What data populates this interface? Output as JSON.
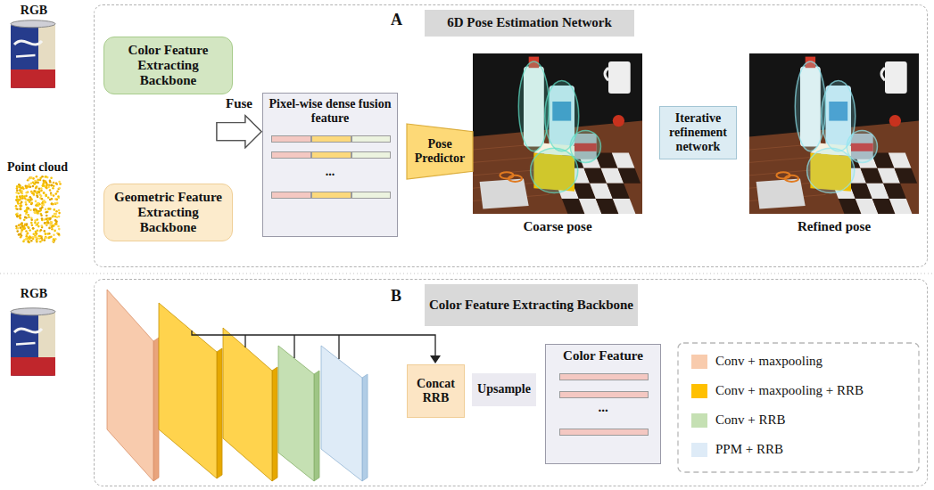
{
  "diagram": {
    "nodes": [
      {
        "text": [
          "A"
        ]
      },
      {
        "text": [
          "6D Pose Estimation Network"
        ],
        "in": 0
      },
      {
        "text": [
          "Color Feature Extracting Backbone"
        ],
        "in": 0
      },
      {
        "text": [
          "Geometric Feature Extracting Backbone"
        ],
        "in": 0
      },
      {
        "text": [
          "Pixel-wise dense fusion feature",
          "..."
        ],
        "in": 0
      },
      {
        "text": [
          "Pose Predictor"
        ],
        "in": 0
      },
      {
        "text": [
          "Iterative refinement network"
        ],
        "in": 0
      },
      {
        "text": [
          "B"
        ]
      },
      {
        "text": [
          "Color Feature Extracting Backbone"
        ],
        "in": 7
      },
      {
        "text": [
          "Concat RRB"
        ],
        "in": 7
      },
      {
        "text": [
          "Upsample"
        ],
        "in": 7
      },
      {
        "text": [
          "Color Feature",
          "..."
        ],
        "in": 7
      }
    ],
    "edges": [
      {
        "from": 2,
        "to": 4,
        "label": "Fuse",
        "arrow": "to"
      },
      {
        "from": 3,
        "to": 4,
        "arrow": "to"
      }
    ],
    "labels": [
      "RGB",
      "Point cloud",
      "Coarse pose",
      "Refined pose",
      "RGB"
    ],
    "legend": [
      {
        "text": "Conv + maxpooling",
        "color": "#F8CBAD"
      },
      {
        "text": "Conv + maxpooling + RRB",
        "color": "#FFC000"
      },
      {
        "text": "Conv + RRB",
        "color": "#C5E0B3"
      },
      {
        "text": "PPM + RRB",
        "color": "#DEEBF7"
      }
    ]
  }
}
